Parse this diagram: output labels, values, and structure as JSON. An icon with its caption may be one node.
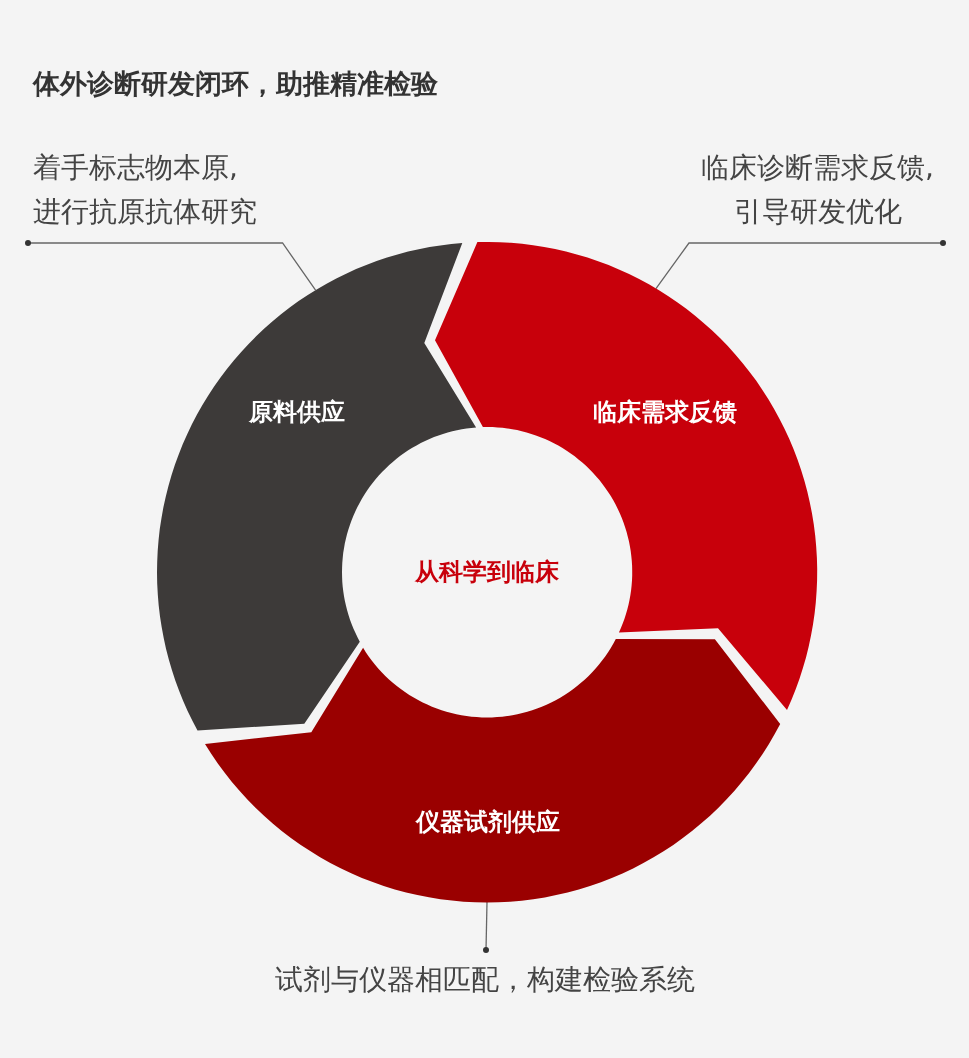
{
  "diagram": {
    "title": "体外诊断研发闭环，助推精准检验",
    "nodes": [
      {
        "text": [
          "原料供应"
        ]
      },
      {
        "text": [
          "临床需求反馈"
        ]
      },
      {
        "text": [
          "仪器试剂供应"
        ]
      },
      {
        "text": [
          "从科学到临床"
        ]
      },
      {
        "text": [
          "着手标志物本原, 进行抗原抗体研究"
        ]
      },
      {
        "text": [
          "临床诊断需求反馈, 引导研发优化"
        ]
      },
      {
        "text": [
          "试剂与仪器相匹配，构建检验系统"
        ]
      }
    ],
    "edges": [
      {
        "from": 4,
        "to": 0,
        "arrow": "other"
      },
      {
        "from": 5,
        "to": 1,
        "arrow": "other"
      },
      {
        "from": 6,
        "to": 2,
        "arrow": "other"
      }
    ]
  }
}
